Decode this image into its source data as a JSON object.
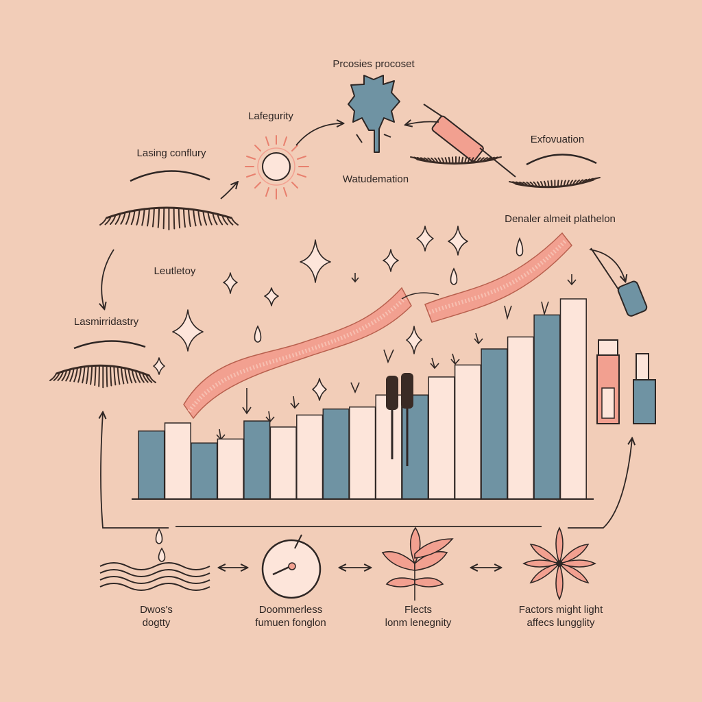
{
  "labels": {
    "process_top": "Prcosies procoset",
    "lafegurity": "Lafegurity",
    "lasing_confury": "Lasing conflury",
    "watudemation": "Watudemation",
    "exfovuation": "Exfovuation",
    "denaler": "Denaler almeit plathelon",
    "leutletoy": "Leutletoy",
    "lasmirridastry": "Lasmirridastry"
  },
  "factors": [
    {
      "icon": "water-waves-icon",
      "line1": "Dwos's",
      "line2": "dogtty"
    },
    {
      "icon": "gauge-icon",
      "line1": "Doommerless",
      "line2": "fumuen fonglon"
    },
    {
      "icon": "leaf-plant-icon",
      "line1": "Flects",
      "line2": "lonm lenegnity"
    },
    {
      "icon": "flower-icon",
      "line1": "Factors might light",
      "line2": "affecs lungglity"
    }
  ],
  "chart_data": {
    "type": "bar",
    "title": "",
    "xlabel": "",
    "ylabel": "",
    "ylim": [
      0,
      100
    ],
    "colors": {
      "blue": "#6f93a3",
      "cream": "#fde5da"
    },
    "bars": [
      {
        "value": 34,
        "color": "blue"
      },
      {
        "value": 38,
        "color": "cream"
      },
      {
        "value": 28,
        "color": "blue"
      },
      {
        "value": 30,
        "color": "cream"
      },
      {
        "value": 39,
        "color": "blue"
      },
      {
        "value": 36,
        "color": "cream"
      },
      {
        "value": 42,
        "color": "cream"
      },
      {
        "value": 45,
        "color": "blue"
      },
      {
        "value": 46,
        "color": "cream"
      },
      {
        "value": 52,
        "color": "cream"
      },
      {
        "value": 52,
        "color": "blue"
      },
      {
        "value": 61,
        "color": "cream"
      },
      {
        "value": 67,
        "color": "cream"
      },
      {
        "value": 75,
        "color": "blue"
      },
      {
        "value": 81,
        "color": "cream"
      },
      {
        "value": 92,
        "color": "blue"
      },
      {
        "value": 100,
        "color": "cream"
      }
    ]
  },
  "colors": {
    "background": "#f2cdb8",
    "ink": "#2e2624",
    "blue": "#6f93a3",
    "pink": "#f2a090",
    "cream": "#fde5da"
  }
}
